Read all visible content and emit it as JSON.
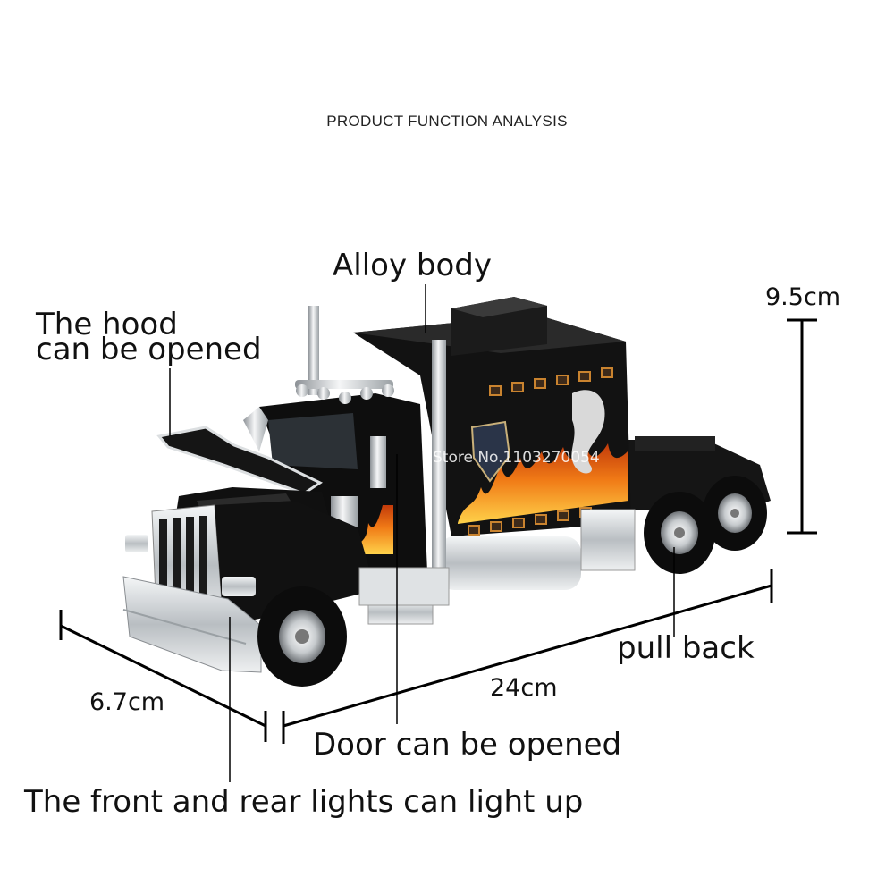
{
  "header": {
    "title": "PRODUCT FUNCTION ANALYSIS"
  },
  "callouts": {
    "alloy_body": "Alloy body",
    "hood_line1": "The hood",
    "hood_line2": "can be opened",
    "pull_back": "pull back",
    "door": "Door can be opened",
    "lights": "The front and rear lights can light up"
  },
  "dimensions": {
    "height": "9.5cm",
    "width": "6.7cm",
    "length": "24cm"
  },
  "watermark": "Store No.1103270054",
  "colors": {
    "body": "#111111",
    "chrome": "#cfd3d6",
    "flame_orange": "#f07a16",
    "flame_yellow": "#ffd24a",
    "lines": "#000000"
  }
}
